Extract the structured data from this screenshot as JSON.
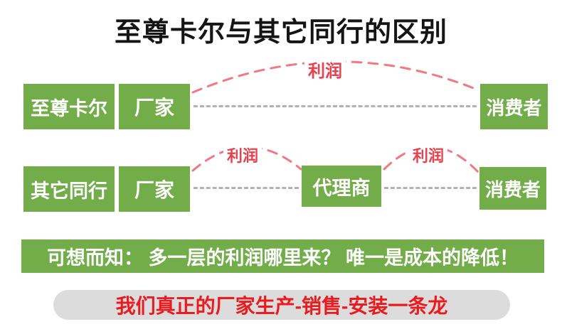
{
  "title": "至尊卡尔与其它同行的区别",
  "colors": {
    "green": "#72ad4a",
    "title_color": "#151515",
    "profit_red": "#e8414d",
    "arc_pink": "#f27983",
    "connector_gray": "#b3b3b3",
    "footer_red": "#ea1b1e",
    "footer_bg": "#dcdcdc"
  },
  "rows": [
    {
      "label": "至尊卡尔",
      "nodes": [
        "厂家",
        "消费者"
      ],
      "profits": [
        "利润"
      ]
    },
    {
      "label": "其它同行",
      "nodes": [
        "厂家",
        "代理商",
        "消费者"
      ],
      "profits": [
        "利润",
        "利润"
      ]
    }
  ],
  "banner": {
    "text": "可想而知： 多一层的利润哪里来？ 唯一是成本的降低！"
  },
  "footer": {
    "text": "我们真正的厂家生产-销售-安装一条龙"
  }
}
